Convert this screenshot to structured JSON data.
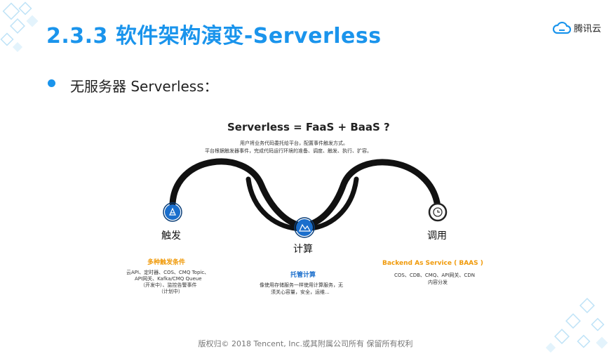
{
  "slide": {
    "title": "2.3.3 软件架构演变-Serverless",
    "logo_text": "腾讯云",
    "bullet": "无服务器 Serverless："
  },
  "diagram": {
    "heading": "Serverless = FaaS + BaaS ?",
    "desc_line1": "用户将业务代码委托给平台，配置事件触发方式。",
    "desc_line2": "平台根据触发器事件，完成代码运行环境的准备、调度、触发、执行、扩容。",
    "nodes": [
      {
        "label": "触发",
        "icon": "trigger-icon",
        "color": "#1a6ecc"
      },
      {
        "label": "计算",
        "icon": "compute-icon",
        "color": "#1a6ecc"
      },
      {
        "label": "调用",
        "icon": "history-icon",
        "color": "#333333"
      }
    ],
    "trigger": {
      "title": "多种触发条件",
      "line1": "云API、定时器、COS、CMQ Topic、",
      "line2": "API网关、Kafka/CMQ Queue",
      "line3": "（开发中）、监控告警事件",
      "line4": "（计划中）"
    },
    "compute": {
      "title": "托管计算",
      "line1": "像使用存储服务一样使用计算服务，无",
      "line2": "须关心容量，安全，运维..."
    },
    "invoke": {
      "title": "Backend As Service ( BAAS )",
      "line1": "COS、CDB、CMQ、API网关、CDN",
      "line2": "内容分发"
    }
  },
  "footer": "版权归© 2018 Tencent, Inc.或其附属公司所有 保留所有权利",
  "colors": {
    "accent": "#1a94ec",
    "orange": "#f09a0a",
    "blue": "#1a6ecc"
  }
}
